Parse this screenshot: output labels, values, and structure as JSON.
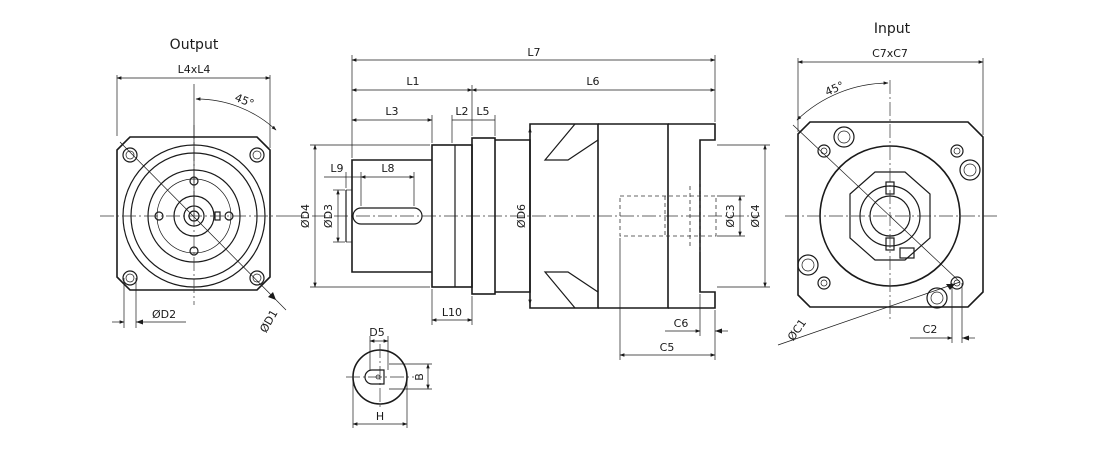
{
  "views": {
    "output_title": "Output",
    "input_title": "Input"
  },
  "dimensions": {
    "L4xL4": "L4xL4",
    "angle_out": "45°",
    "D1": "ØD1",
    "D2": "ØD2",
    "L7": "L7",
    "L1": "L1",
    "L6": "L6",
    "L3": "L3",
    "L2": "L2",
    "L5": "L5",
    "L9": "L9",
    "L8": "L8",
    "D4": "ØD4",
    "D3": "ØD3",
    "D6": "ØD6",
    "L10": "L10",
    "C3": "ØC3",
    "C4": "ØC4",
    "C6": "C6",
    "C5": "C5",
    "C7xC7": "C7xC7",
    "angle_in": "45°",
    "C1": "ØC1",
    "C2": "C2",
    "D5": "D5",
    "B": "B",
    "H": "H"
  }
}
